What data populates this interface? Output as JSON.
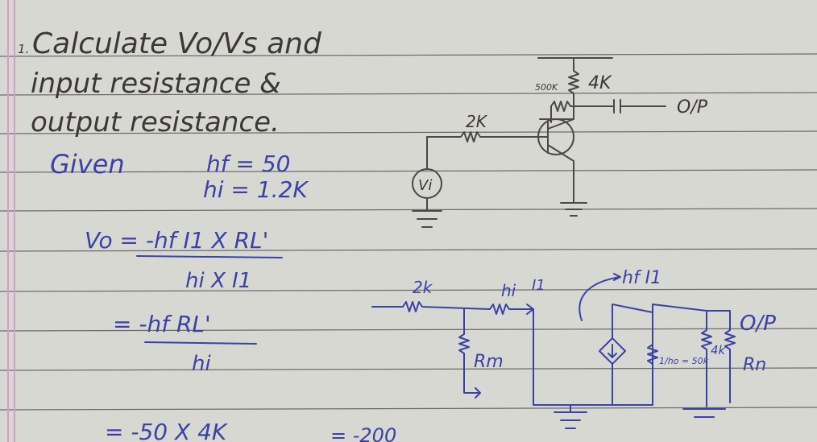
{
  "question": {
    "number": "1.",
    "line1": "Calculate Vo/Vs and",
    "line2": "input resistance &",
    "line3": "output resistance."
  },
  "given": {
    "label": "Given",
    "hf": "hf = 50",
    "hi": "hi = 1.2K"
  },
  "derivation": {
    "line1_lhs": "Vo = -hf I1 X RL'",
    "line1_den": "hi X I1",
    "line2_num": "= -hf RL'",
    "line2_den": "hi",
    "line3": "= -50 X 4K",
    "result": "= -200"
  },
  "circuit_top": {
    "r_collector": "4K",
    "r_bias": "500K",
    "r_source": "2K",
    "source": "Vi",
    "output": "O/P"
  },
  "circuit_equiv": {
    "r_source": "2k",
    "hi": "hi",
    "current": "I1",
    "dependent_source": "hf I1",
    "r_ho": "1/ho = 50k",
    "r_load": "4k",
    "r_in": "Rm",
    "r_out": "Rn",
    "output": "O/P"
  },
  "colors": {
    "paper": "#d8d8d3",
    "blue_ink": "#3b42a6",
    "dark_ink": "#3b3838",
    "margin": "#d79ad0"
  }
}
